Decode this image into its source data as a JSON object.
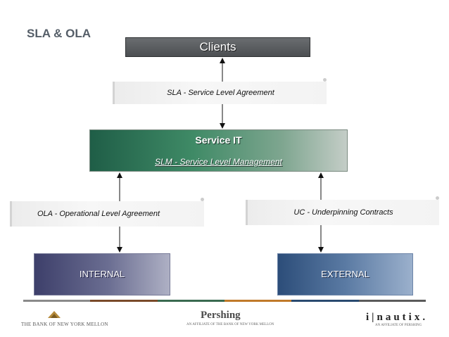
{
  "title": "SLA & OLA",
  "boxes": {
    "clients": "Clients",
    "service_it": "Service IT",
    "slm": "SLM - Service Level Management",
    "internal": "INTERNAL",
    "external": "EXTERNAL"
  },
  "labels": {
    "sla": "SLA - Service Level Agreement",
    "ola": "OLA - Operational Level Agreement",
    "uc": "UC - Underpinning Contracts"
  },
  "footer": {
    "stripe_colors": [
      "#8a8a8a",
      "#7a4a2a",
      "#3a6a50",
      "#c07a2a",
      "#2a4a70",
      "#5a5a5a"
    ],
    "bny_text": "THE BANK OF NEW YORK MELLON",
    "pershing": "Pershing",
    "pershing_sub": "AN AFFILIATE OF THE BANK OF NEW YORK MELLON",
    "inautix": "i|nautix.",
    "inautix_sub": "AN AFFILIATE OF PERSHING"
  }
}
